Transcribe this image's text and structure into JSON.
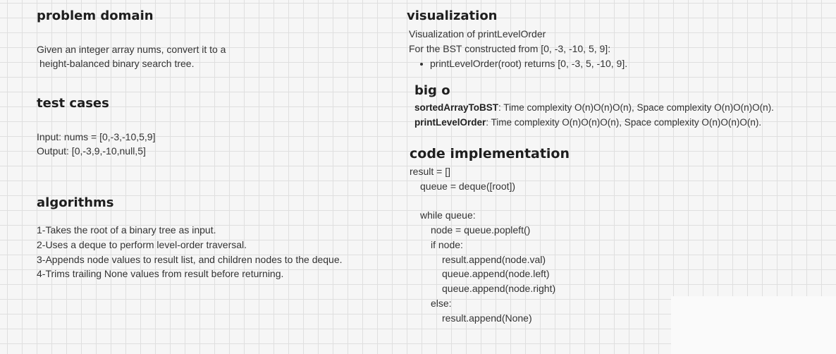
{
  "left": {
    "problem_domain": {
      "heading": "problem domain",
      "line1": "Given an integer array nums, convert it to a",
      "line2": "height-balanced binary search tree."
    },
    "test_cases": {
      "heading": "test cases",
      "input": "Input: nums = [0,-3,-10,5,9]",
      "output": "Output: [0,-3,9,-10,null,5]"
    },
    "algorithms": {
      "heading": "algorithms",
      "steps": [
        "1-Takes the root of a binary tree as input.",
        "2-Uses a deque to perform level-order traversal.",
        "3-Appends node values to result list, and children nodes to the deque.",
        "4-Trims trailing None values from result before returning."
      ]
    }
  },
  "right": {
    "visualization": {
      "heading": "visualization",
      "line1": "Visualization of printLevelOrder",
      "line2": "For the BST constructed from [0, -3, -10, 5, 9]:",
      "bullet": "printLevelOrder(root) returns [0, -3, 5, -10, 9]."
    },
    "big_o": {
      "heading": "big o",
      "fn1_name": "sortedArrayToBST",
      "fn1_text": ": Time complexity O(n)O(n)O(n), Space complexity O(n)O(n)O(n).",
      "fn2_name": "printLevelOrder",
      "fn2_text": ": Time complexity O(n)O(n)O(n), Space complexity O(n)O(n)O(n)."
    },
    "code_implementation": {
      "heading": "code implementation",
      "lines": [
        "result = []",
        "queue = deque([root])",
        "while queue:",
        "node = queue.popleft()",
        "if node:",
        "result.append(node.val)",
        "queue.append(node.left)",
        "queue.append(node.right)",
        "else:",
        "result.append(None)"
      ]
    }
  }
}
